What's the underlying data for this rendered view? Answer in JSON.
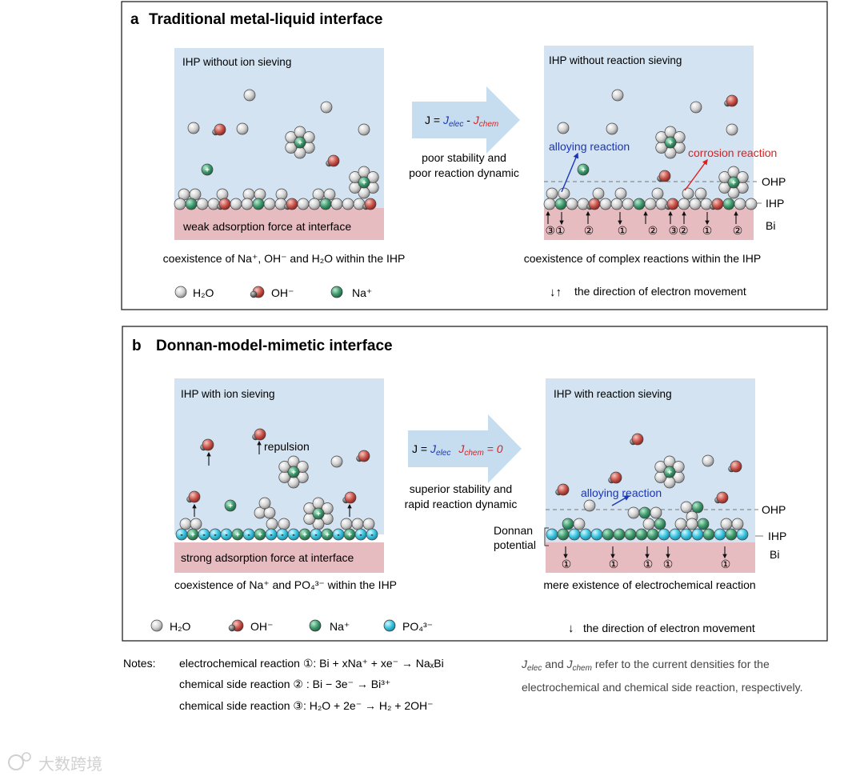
{
  "panel_a": {
    "letter": "a",
    "title": "Traditional metal-liquid interface",
    "left_box_label": "IHP without ion sieving",
    "left_bottom_label": "weak adsorption force at interface",
    "arrow_eq_J": "J = ",
    "arrow_eq_elec": "J",
    "arrow_eq_elec_sub": "elec",
    "arrow_eq_minus": " - ",
    "arrow_eq_chem": "J",
    "arrow_eq_chem_sub": "chem",
    "arrow_text_line1": "poor stability and",
    "arrow_text_line2": "poor reaction dynamic",
    "right_box_label": "IHP without reaction sieving",
    "alloying_label": "alloying reaction",
    "corrosion_label": "corrosion reaction",
    "ohp_label": "OHP",
    "ihp_label": "IHP",
    "bi_label": "Bi",
    "reaction_numbers": [
      "③①",
      "②",
      "①",
      "②",
      "③②",
      "①",
      "②"
    ],
    "caption_left": "coexistence of Na⁺, OH⁻ and H₂O within the IHP",
    "caption_right": "coexistence of complex reactions within the IHP",
    "legend": {
      "h2o": "H₂O",
      "oh": "OH⁻",
      "na": "Na⁺",
      "direction": "the direction of electron movement",
      "direction_arrows": "↓↑"
    }
  },
  "panel_b": {
    "letter": "b",
    "title": "Donnan-model-mimetic interface",
    "left_box_label": "IHP with ion sieving",
    "repulsion_label": "repulsion",
    "left_bottom_label": "strong adsorption force at interface",
    "arrow_eq_J": "J = ",
    "arrow_eq_elec": "J",
    "arrow_eq_elec_sub": "elec",
    "arrow_eq_chem": "J",
    "arrow_eq_chem_sub": "chem",
    "arrow_eq_zero": " = 0",
    "arrow_text_line1": "superior stability and",
    "arrow_text_line2": "rapid reaction dynamic",
    "right_box_label": "IHP with reaction sieving",
    "alloying_label": "alloying reaction",
    "donnan_line1": "Donnan",
    "donnan_line2": "potential",
    "ohp_label": "OHP",
    "ihp_label": "IHP",
    "bi_label": "Bi",
    "reaction_numbers": [
      "①",
      "①",
      "①",
      "①",
      "①"
    ],
    "caption_left": "coexistence of Na⁺ and PO₄³⁻ within the IHP",
    "caption_right": "mere existence of electrochemical reaction",
    "legend": {
      "h2o": "H₂O",
      "oh": "OH⁻",
      "na": "Na⁺",
      "po4": "PO₄³⁻",
      "direction": "the direction of electron movement",
      "direction_arrow": "↓"
    }
  },
  "notes": {
    "heading": "Notes:",
    "line1": "electrochemical reaction ①: Bi + xNa⁺ + xe⁻ → NaₓBi",
    "line2": "chemical side reaction ② :  Bi − 3e⁻  → Bi³⁺",
    "line3": "chemical side reaction ③: H₂O + 2e⁻ → H₂ + 2OH⁻",
    "right_elec": "J",
    "right_elec_sub": "elec",
    "right_and": " and ",
    "right_chem": "J",
    "right_chem_sub": "chem",
    "right_line1_rest": " refer to the current densities for the",
    "right_line2": "electrochemical and chemical side reaction, respectively."
  },
  "watermark": "大数跨境",
  "colors": {
    "box_blue": "#d3e3f1",
    "bi_pink": "#e6bcc0",
    "arrow_blue": "#c6dcef",
    "h2o": "#d6d6d6",
    "oh_red": "#c8524a",
    "na_green": "#3f9a6e",
    "po4_cyan": "#37c4e0",
    "elec_blue": "#1a35b8",
    "chem_red": "#e01e1e"
  }
}
